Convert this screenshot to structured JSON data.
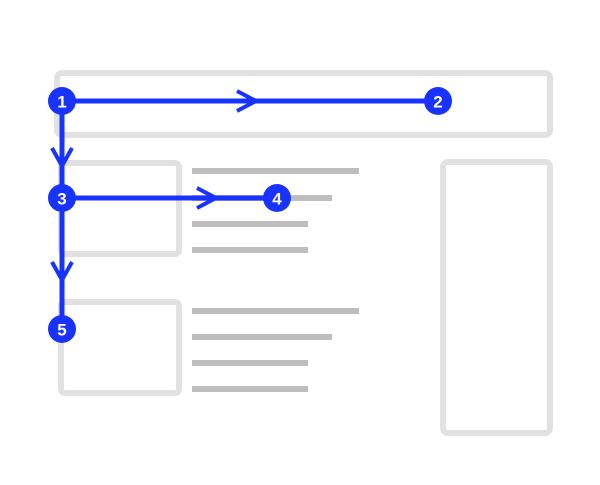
{
  "colors": {
    "path": "#1833ff",
    "wireframe_border": "#e1e1e1",
    "text_placeholder": "#bdbdbd",
    "background": "#ffffff"
  },
  "steps": [
    {
      "label": "1"
    },
    {
      "label": "2"
    },
    {
      "label": "3"
    },
    {
      "label": "4"
    },
    {
      "label": "5"
    }
  ]
}
